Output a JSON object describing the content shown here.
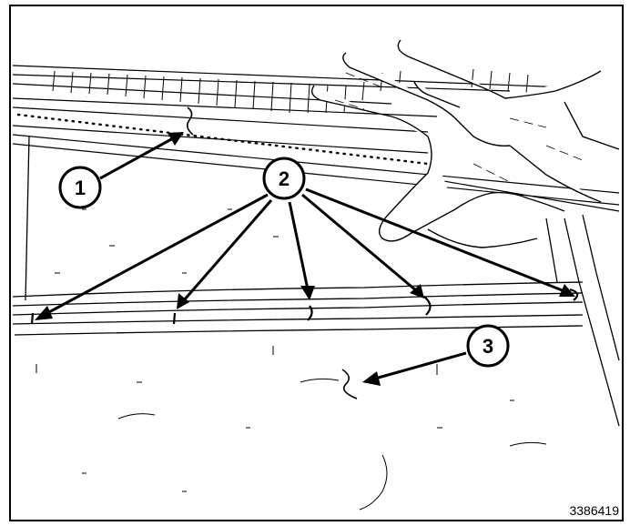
{
  "figure": {
    "id_label": "3386419",
    "callouts": [
      {
        "number": "1"
      },
      {
        "number": "2"
      },
      {
        "number": "3"
      }
    ]
  }
}
